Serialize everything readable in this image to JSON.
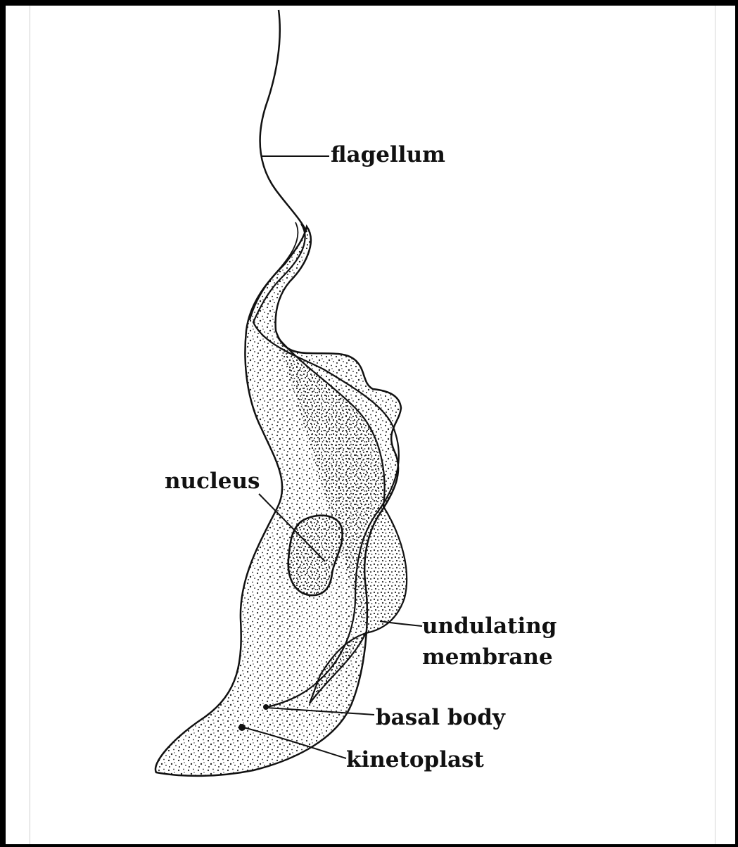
{
  "labels": {
    "flagellum": "flagellum",
    "nucleus": "nucleus",
    "undulating_line1": "undulating",
    "undulating_line2": "membrane",
    "basal_body": "basal body",
    "kinetoplast": "kinetoplast"
  },
  "colors": {
    "ink": "#111111",
    "background": "#ffffff",
    "frame": "#000000"
  }
}
